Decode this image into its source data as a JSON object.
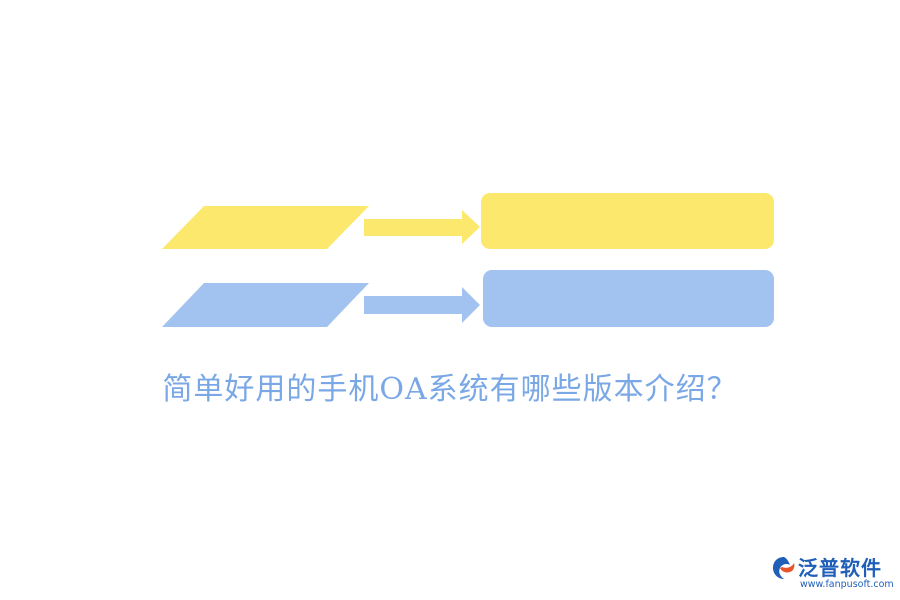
{
  "caption": "简单好用的手机OA系统有哪些版本介绍？",
  "logo": {
    "name": "泛普软件",
    "url": "www.fanpusoft.com"
  },
  "colors": {
    "yellow": "#fde86e",
    "blue": "#a2c3ef",
    "caption": "#7aa8e6",
    "logo": "#1f5fb8",
    "logo_accent": "#e8552a"
  }
}
